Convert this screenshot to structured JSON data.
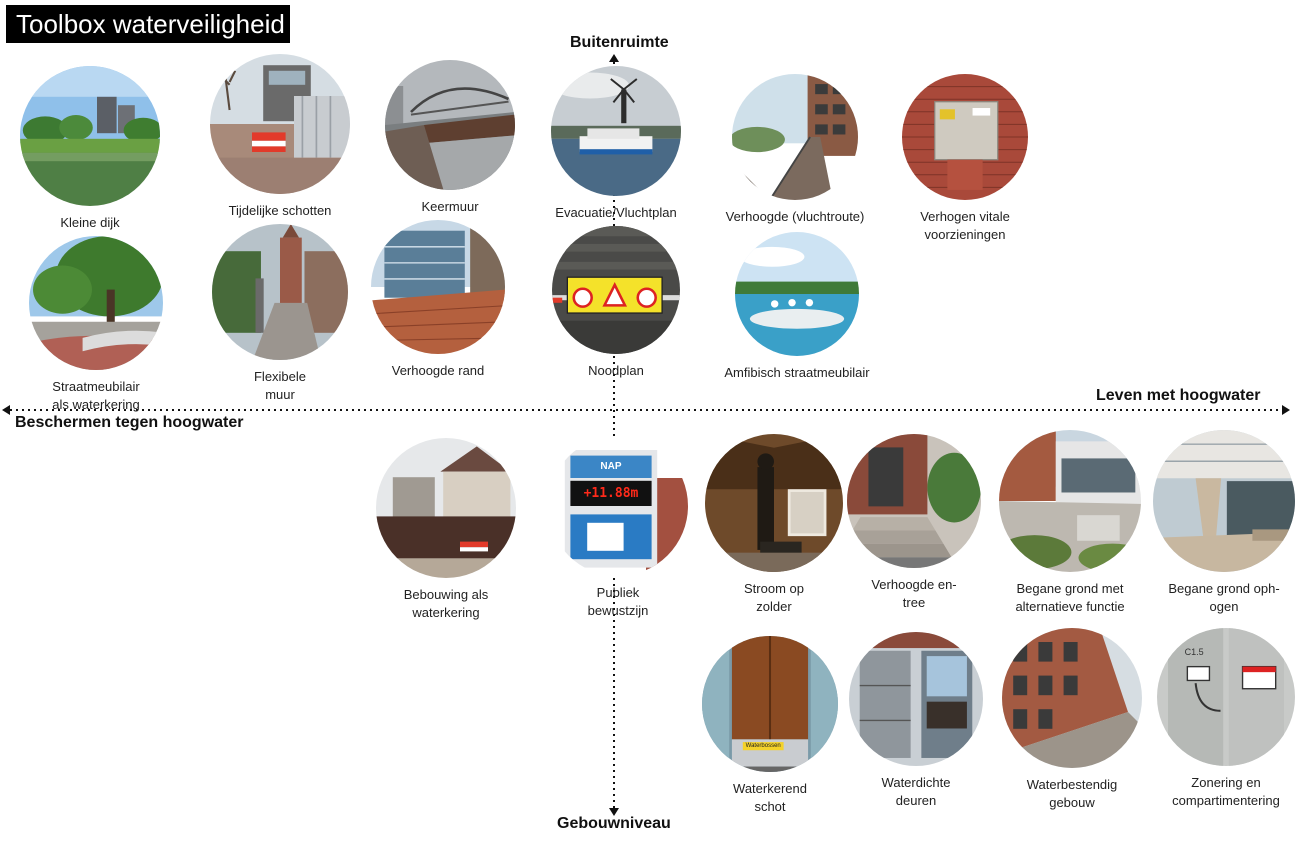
{
  "title": "Toolbox waterveiligheid",
  "axes": {
    "top": "Buitenruimte",
    "bottom": "Gebouwniveau",
    "left": "Beschermen tegen hoogwater",
    "right": "Leven met hoogwater"
  },
  "items": [
    {
      "id": "kleine-dijk",
      "lines": [
        "Kleine dijk"
      ],
      "scene": "park"
    },
    {
      "id": "tijdelijke-schotten",
      "lines": [
        "Tijdelijke schotten"
      ],
      "scene": "barrier"
    },
    {
      "id": "keermuur",
      "lines": [
        "Keermuur"
      ],
      "scene": "wall"
    },
    {
      "id": "evacuatie-vluchtplan",
      "lines": [
        "Evacuatie/Vluchtplan"
      ],
      "scene": "ferry"
    },
    {
      "id": "verhoogde-vluchtroute",
      "lines": [
        "Verhoogde (vluchtroute)"
      ],
      "scene": "walkway"
    },
    {
      "id": "verhogen-vitale-voorzieningen",
      "lines": [
        "Verhogen vitale",
        "voorzieningen"
      ],
      "scene": "brick"
    },
    {
      "id": "straatmeubilair",
      "lines": [
        "Straatmeubilair",
        "als waterkering"
      ],
      "scene": "tree"
    },
    {
      "id": "flexibele-muur",
      "lines": [
        "Flexibele",
        "muur"
      ],
      "scene": "street"
    },
    {
      "id": "verhoogde-rand",
      "lines": [
        "Verhoogde rand"
      ],
      "scene": "office"
    },
    {
      "id": "noodplan",
      "lines": [
        "Noodplan"
      ],
      "scene": "sign"
    },
    {
      "id": "amfibisch-straatmeubilair",
      "lines": [
        "Amfibisch straatmeubilair"
      ],
      "scene": "water"
    },
    {
      "id": "bebouwing-als-waterkering",
      "lines": [
        "Bebouwing als",
        "waterkering"
      ],
      "scene": "gate"
    },
    {
      "id": "publiek-bewustzijn",
      "lines": [
        "Publiek",
        "bewustzijn"
      ],
      "scene": "nap",
      "nap_label": "NAP",
      "nap_value": "+11.88m"
    },
    {
      "id": "stroom-op-zolder",
      "lines": [
        "Stroom op",
        "zolder"
      ],
      "scene": "attic"
    },
    {
      "id": "verhoogde-entree",
      "lines": [
        "Verhoogde en-",
        "tree"
      ],
      "scene": "entrance"
    },
    {
      "id": "begane-grond-alternatief",
      "lines": [
        "Begane grond met",
        "alternatieve functie"
      ],
      "scene": "plaza"
    },
    {
      "id": "begane-grond-ophogen",
      "lines": [
        "Begane grond oph-",
        "ogen"
      ],
      "scene": "modern"
    },
    {
      "id": "waterkerend-schot",
      "lines": [
        "Waterkerend",
        "schot"
      ],
      "scene": "door",
      "sticker": "Waterbossen"
    },
    {
      "id": "waterdichte-deuren",
      "lines": [
        "Waterdichte",
        "deuren"
      ],
      "scene": "glassdoor"
    },
    {
      "id": "waterbestendig-gebouw",
      "lines": [
        "Waterbestendig",
        "gebouw"
      ],
      "scene": "facade"
    },
    {
      "id": "zonering-compartimentering",
      "lines": [
        "Zonering en",
        "compartimentering"
      ],
      "scene": "utility",
      "panel_label": "C1.5"
    }
  ]
}
